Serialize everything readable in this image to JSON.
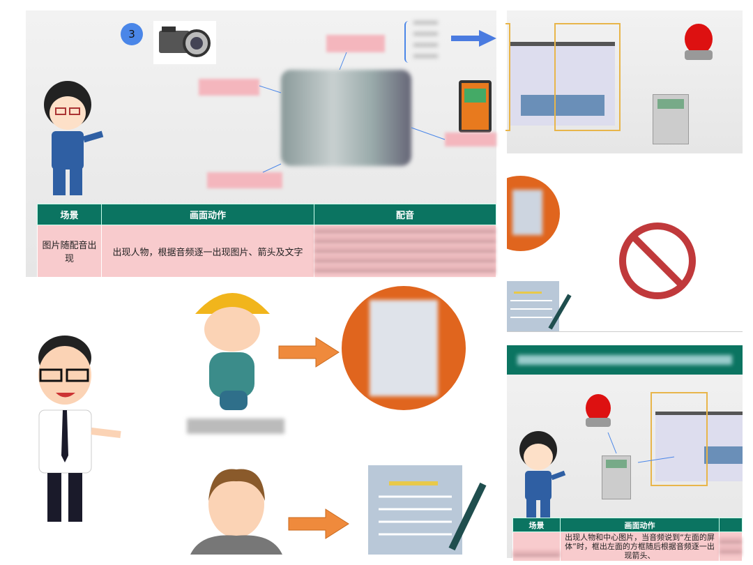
{
  "slide_top": {
    "step_number": "3",
    "table": {
      "headers": [
        "场景",
        "画面动作",
        "配音"
      ],
      "row": {
        "scene": "图片随配音出现",
        "action": "出现人物，根据音频逐一出现图片、箭头及文字"
      }
    }
  },
  "slide_bottom_right": {
    "table": {
      "headers": [
        "场景",
        "画面动作"
      ],
      "row": {
        "action": "出现人物和中心图片，当音频说到“左面的屏体”时，框出左面的方框随后根据音频逐一出现箭头、"
      }
    }
  },
  "colors": {
    "teal": "#0b7461",
    "pink": "#f8cbcd",
    "orange": "#e0651e",
    "blue": "#4a86e8"
  }
}
